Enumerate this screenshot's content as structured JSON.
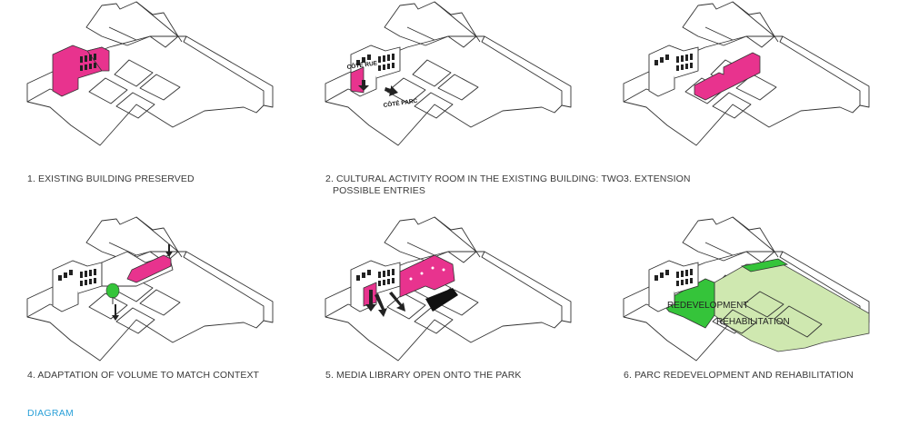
{
  "colors": {
    "accent_magenta": "#e8338e",
    "accent_green": "#35c43a",
    "light_green": "#cfe8b0",
    "link_blue": "#2aa0d8"
  },
  "panels": [
    {
      "caption": "1. EXISTING BUILDING PRESERVED"
    },
    {
      "caption_line1": "2. CULTURAL ACTIVITY ROOM IN THE EXISTING BUILDING: TWO",
      "caption_line2": "POSSIBLE ENTRIES",
      "tag_rue": "CÔTÉ RUE",
      "tag_parc": "CÔTÉ PARC"
    },
    {
      "caption": "3. EXTENSION"
    },
    {
      "caption": "4. ADAPTATION OF VOLUME TO MATCH CONTEXT"
    },
    {
      "caption": "5. MEDIA LIBRARY OPEN ONTO THE PARK"
    },
    {
      "caption": "6. PARC REDEVELOPMENT AND REHABILITATION",
      "label_redevelopment": "REDEVELOPMENT",
      "label_rehabilitation": "REHABILITATION"
    }
  ],
  "footer": {
    "label": "DIAGRAM"
  }
}
